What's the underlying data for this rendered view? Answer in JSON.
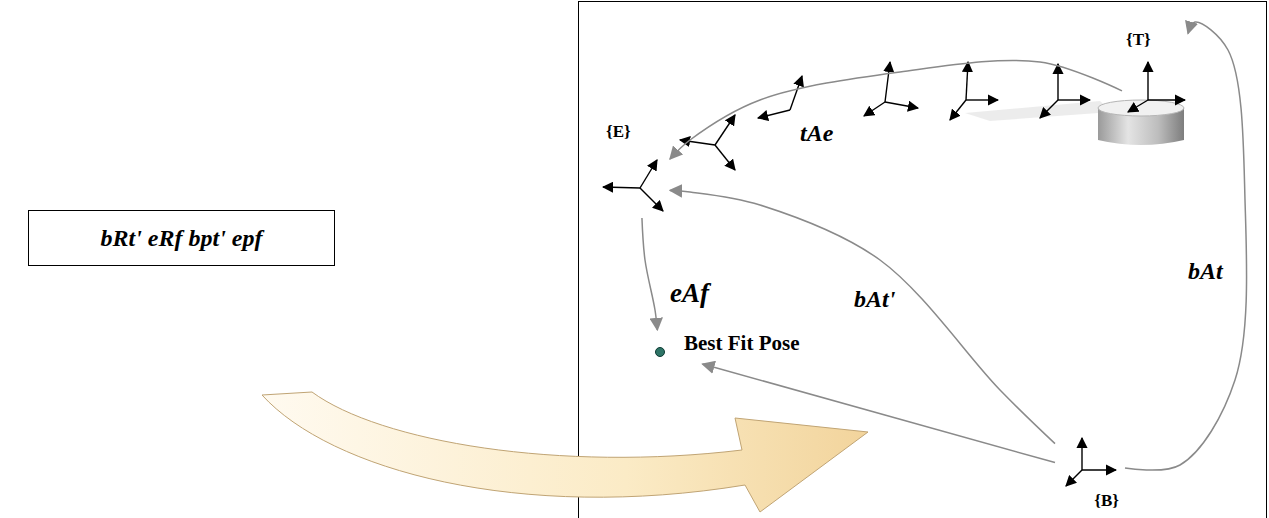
{
  "diagram": {
    "nodes": [
      {
        "text": [
          "bRt' eRf bpt' epf"
        ]
      },
      {
        "text": [
          "{T}"
        ]
      },
      {
        "text": [
          "{E}"
        ]
      },
      {
        "text": [
          "Best Fit Pose"
        ]
      },
      {
        "text": [
          "{B}"
        ]
      }
    ],
    "edges": [
      {
        "from": 1,
        "to": 2,
        "label": "tAe",
        "arrow": "to"
      },
      {
        "from": 2,
        "to": 3,
        "label": "eAf",
        "arrow": "to"
      },
      {
        "from": 4,
        "to": 2,
        "label": "bAt'",
        "arrow": "to"
      },
      {
        "from": 4,
        "to": 1,
        "label": "bAt",
        "arrow": "to"
      },
      {
        "from": 4,
        "to": 3,
        "arrow": "to"
      }
    ]
  }
}
